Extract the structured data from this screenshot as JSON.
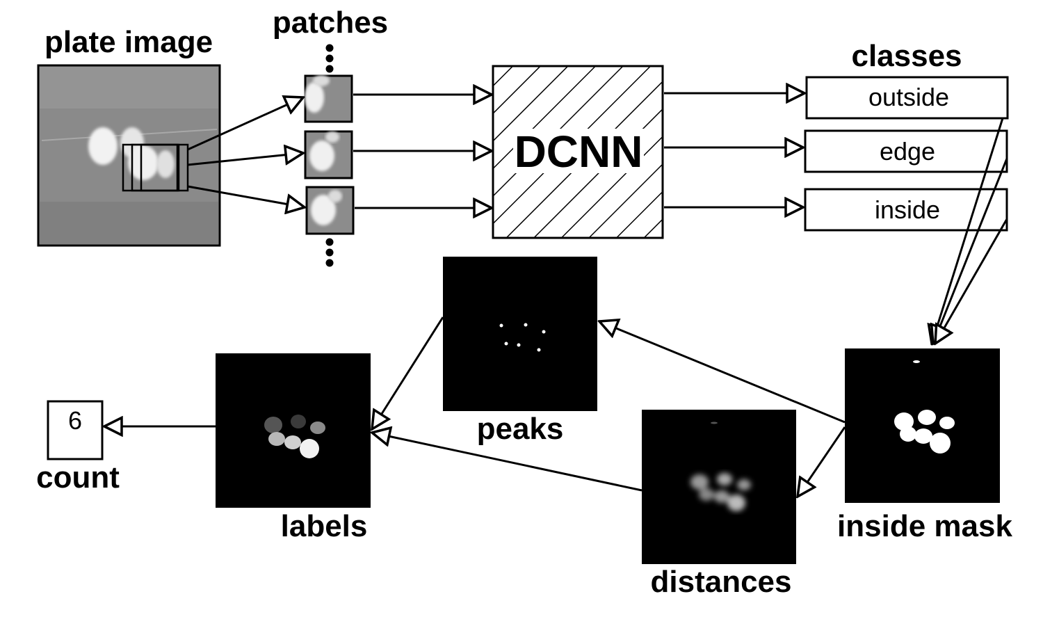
{
  "labels": {
    "plate_image": "plate image",
    "patches": "patches",
    "dcnn": "DCNN",
    "classes": "classes",
    "peaks": "peaks",
    "labels": "labels",
    "distances": "distances",
    "inside_mask": "inside mask",
    "count": "count"
  },
  "classes": [
    "outside",
    "edge",
    "inside"
  ],
  "count_value": "6"
}
